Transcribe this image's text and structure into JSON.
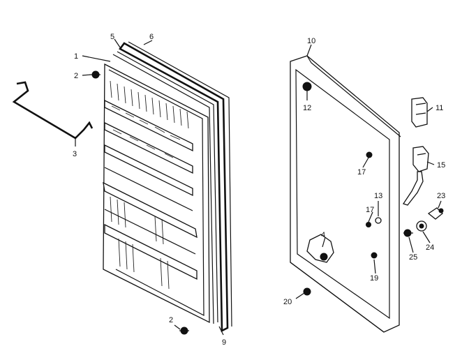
{
  "diagram": {
    "labels": {
      "l1": "1",
      "l2a": "2",
      "l2b": "2",
      "l3": "3",
      "l4": "4",
      "l5": "5",
      "l6": "6",
      "l9": "9",
      "l10": "10",
      "l11": "11",
      "l12": "12",
      "l13": "13",
      "l15": "15",
      "l17a": "17",
      "l17b": "17",
      "l19": "19",
      "l20": "20",
      "l23": "23",
      "l24": "24",
      "l25": "25"
    }
  }
}
